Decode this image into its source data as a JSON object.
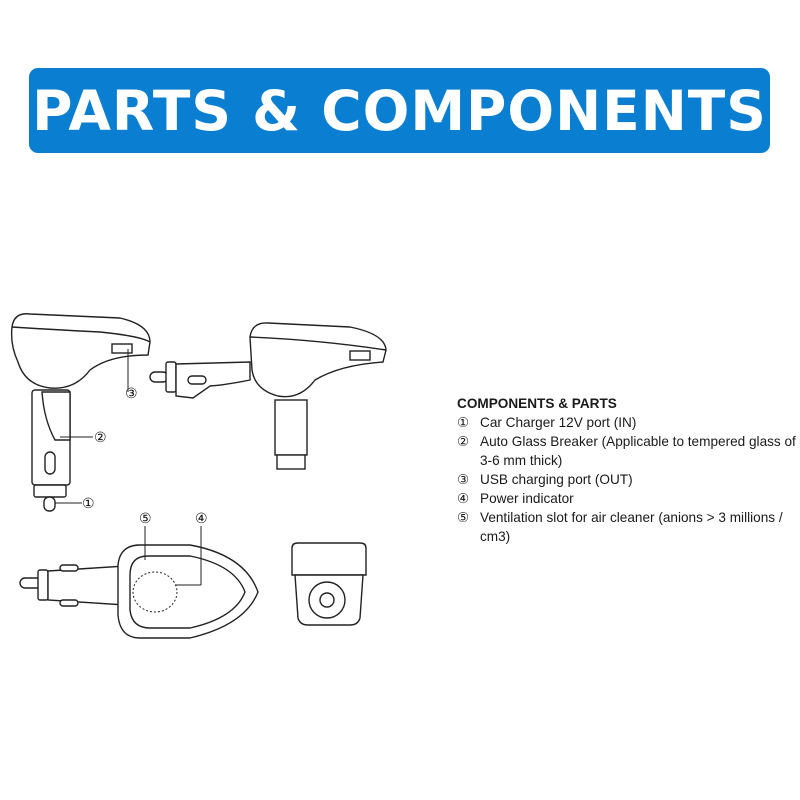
{
  "banner": {
    "title": "PARTS & COMPONENTS",
    "color": "#0a7fd1"
  },
  "legend": {
    "heading": "COMPONENTS & PARTS",
    "items": [
      {
        "num": "①",
        "text": "Car Charger 12V port (IN)"
      },
      {
        "num": "②",
        "text": "Auto Glass Breaker (Applicable to tempered glass of 3-6 mm thick)"
      },
      {
        "num": "③",
        "text": "USB charging port (OUT)"
      },
      {
        "num": "④",
        "text": "Power indicator"
      },
      {
        "num": "⑤",
        "text": "Ventilation slot for air cleaner (anions > 3 millions / cm3)"
      }
    ]
  },
  "callouts": [
    "①",
    "②",
    "③",
    "④",
    "⑤"
  ]
}
